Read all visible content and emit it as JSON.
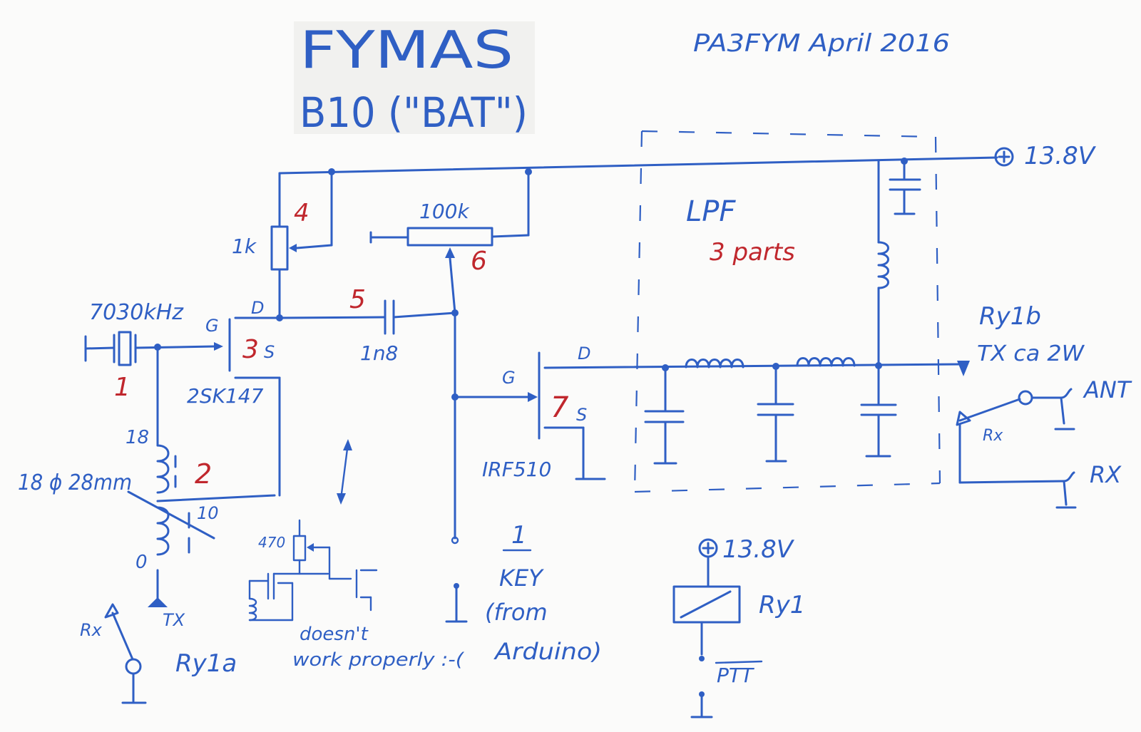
{
  "title": {
    "main": "FYMAS",
    "sub": "B10 (\"BAT\")",
    "author": "PA3FYM April 2016"
  },
  "supply": {
    "top": "13.8V",
    "relay": "13.8V"
  },
  "components": {
    "xtal_freq": "7030kHz",
    "xtal_num": "1",
    "coil_num": "2",
    "coil_turns_top": "18",
    "coil_turns_tap": "10",
    "coil_turns_bottom": "0",
    "coil_spec": "18 ϕ 28mm",
    "fet1_num": "3",
    "fet1_part": "2SK147",
    "fet_g": "G",
    "fet_d": "D",
    "fet_s": "S",
    "pot1_num": "4",
    "pot1_value": "1k",
    "cap_num": "5",
    "cap_value": "1n8",
    "pot2_value": "100k",
    "pot2_num": "6",
    "fet2_num": "7",
    "fet2_part": "IRF510",
    "lpf_title": "LPF",
    "lpf_sub": "3 parts",
    "relay_b": "Ry1b",
    "tx_power": "TX ca 2W",
    "ant": "ANT",
    "rx": "RX",
    "rx_small": "Rx",
    "tx_small": "TX",
    "relay_a": "Ry1a",
    "relay": "Ry1",
    "ptt": "PTT",
    "key_num": "1",
    "key_label": "KEY",
    "key_from": "(from",
    "key_arduino": "Arduino)",
    "pot3_value": "470",
    "note_line1": "doesn't",
    "note_line2": "work properly :-("
  }
}
